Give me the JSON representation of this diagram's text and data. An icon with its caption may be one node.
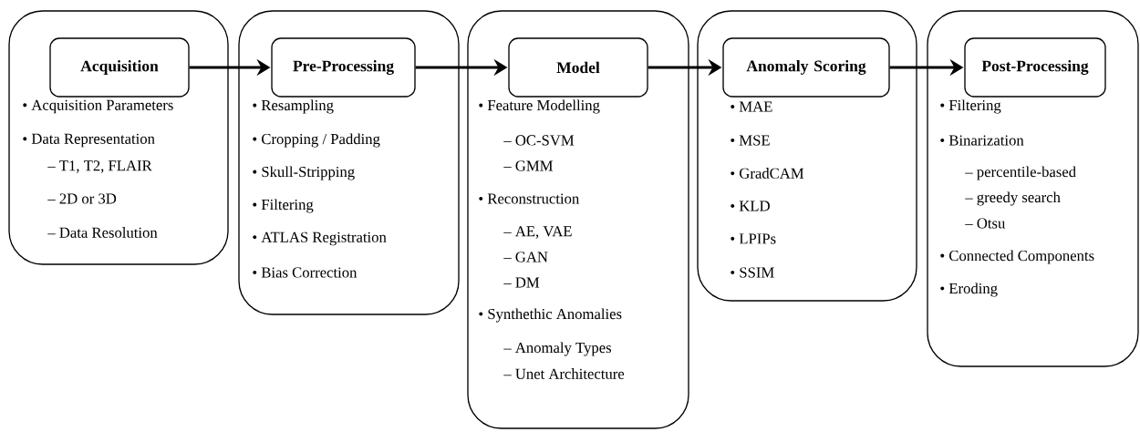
{
  "diagram": {
    "nodes": [
      {
        "text": [
          "• Acquisition Parameters",
          "• Data Representation",
          "– T1, T2, FLAIR",
          "– 2D or 3D",
          "– Data Resolution"
        ]
      },
      {
        "text": [
          "Acquisition"
        ],
        "in": 0
      },
      {
        "text": [
          "• Resampling",
          "• Cropping / Padding",
          "• Skull-Stripping",
          "• Filtering",
          "• ATLAS Registration",
          "• Bias Correction"
        ]
      },
      {
        "text": [
          "Pre-Processing"
        ],
        "in": 2
      },
      {
        "text": [
          "• Feature Modelling",
          "– OC-SVM",
          "– GMM",
          "• Reconstruction",
          "– AE, VAE",
          "– GAN",
          "– DM",
          "• Synthethic Anomalies",
          "– Anomaly Types",
          "– Unet Architecture"
        ]
      },
      {
        "text": [
          "Model"
        ],
        "in": 4
      },
      {
        "text": [
          "• MAE",
          "• MSE",
          "• GradCAM",
          "• KLD",
          "• LPIPs",
          "• SSIM"
        ]
      },
      {
        "text": [
          "Anomaly Scoring"
        ],
        "in": 6
      },
      {
        "text": [
          "• Filtering",
          "• Binarization",
          "– percentile-based",
          "– greedy search",
          "– Otsu",
          "• Connected Components",
          "• Eroding"
        ]
      },
      {
        "text": [
          "Post-Processing"
        ],
        "in": 8
      }
    ],
    "edges": [
      {
        "from": 1,
        "to": 3,
        "arrow": "to"
      },
      {
        "from": 3,
        "to": 5,
        "arrow": "to"
      },
      {
        "from": 5,
        "to": 7,
        "arrow": "to"
      },
      {
        "from": 7,
        "to": 9,
        "arrow": "to"
      }
    ]
  }
}
